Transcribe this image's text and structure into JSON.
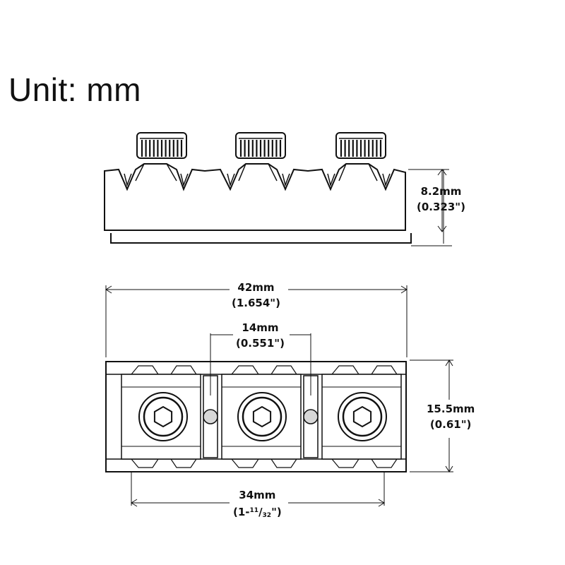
{
  "title": "Unit: mm",
  "dimensions": {
    "height": {
      "metric": "8.2mm",
      "imperial": "(0.323\")"
    },
    "length": {
      "metric": "42mm",
      "imperial": "(1.654\")"
    },
    "spacing": {
      "metric": "14mm",
      "imperial": "(0.551\")"
    },
    "width": {
      "metric": "15.5mm",
      "imperial": "(0.61\")"
    },
    "span": {
      "metric": "34mm",
      "imperial_whole": "(1-",
      "imperial_num": "11",
      "imperial_den": "32",
      "imperial_close": "\")"
    }
  },
  "part": {
    "screw_count": 3
  },
  "colors": {
    "line": "#111111",
    "background": "#ffffff"
  }
}
